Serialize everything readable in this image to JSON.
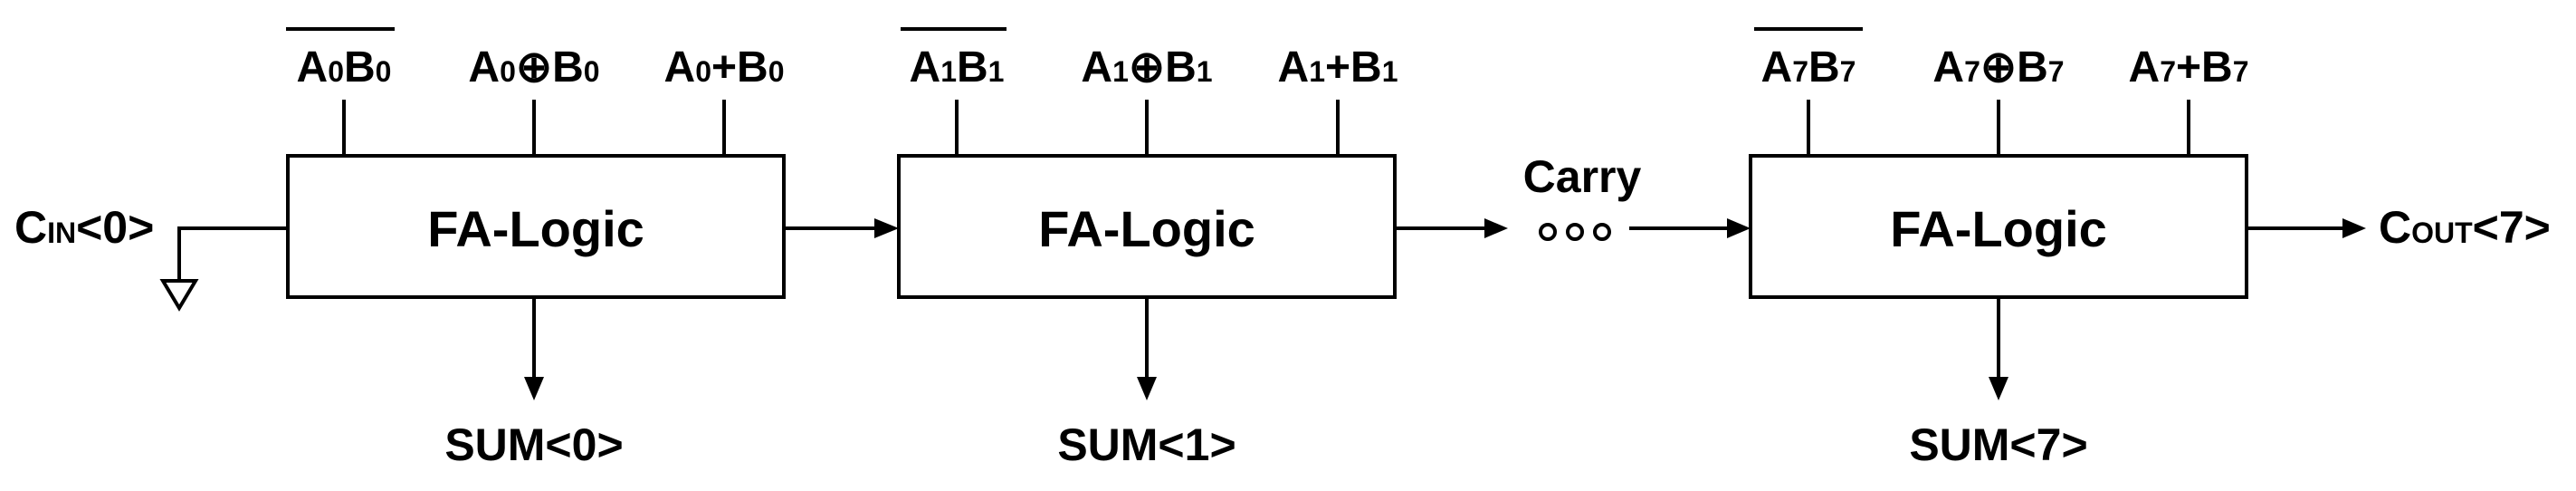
{
  "diagram": {
    "blocks": [
      {
        "label": "FA-Logic",
        "inputs": [
          {
            "base1": "A",
            "sub1": "0",
            "op": "",
            "base2": "B",
            "sub2": "0",
            "overline": true
          },
          {
            "base1": "A",
            "sub1": "0",
            "op": "⊕",
            "base2": "B",
            "sub2": "0",
            "overline": false
          },
          {
            "base1": "A",
            "sub1": "0",
            "op": "+",
            "base2": "B",
            "sub2": "0",
            "overline": false
          }
        ],
        "sum": "SUM<0>"
      },
      {
        "label": "FA-Logic",
        "inputs": [
          {
            "base1": "A",
            "sub1": "1",
            "op": "",
            "base2": "B",
            "sub2": "1",
            "overline": true
          },
          {
            "base1": "A",
            "sub1": "1",
            "op": "⊕",
            "base2": "B",
            "sub2": "1",
            "overline": false
          },
          {
            "base1": "A",
            "sub1": "1",
            "op": "+",
            "base2": "B",
            "sub2": "1",
            "overline": false
          }
        ],
        "sum": "SUM<1>"
      },
      {
        "label": "FA-Logic",
        "inputs": [
          {
            "base1": "A",
            "sub1": "7",
            "op": "",
            "base2": "B",
            "sub2": "7",
            "overline": true
          },
          {
            "base1": "A",
            "sub1": "7",
            "op": "⊕",
            "base2": "B",
            "sub2": "7",
            "overline": false
          },
          {
            "base1": "A",
            "sub1": "7",
            "op": "+",
            "base2": "B",
            "sub2": "7",
            "overline": false
          }
        ],
        "sum": "SUM<7>"
      }
    ],
    "cin": {
      "base": "C",
      "sub": "IN",
      "suffix": "<0>"
    },
    "cout": {
      "base": "C",
      "sub": "OUT",
      "suffix": "<7>"
    },
    "carry_label": "Carry",
    "ellipsis": "∘∘∘"
  }
}
